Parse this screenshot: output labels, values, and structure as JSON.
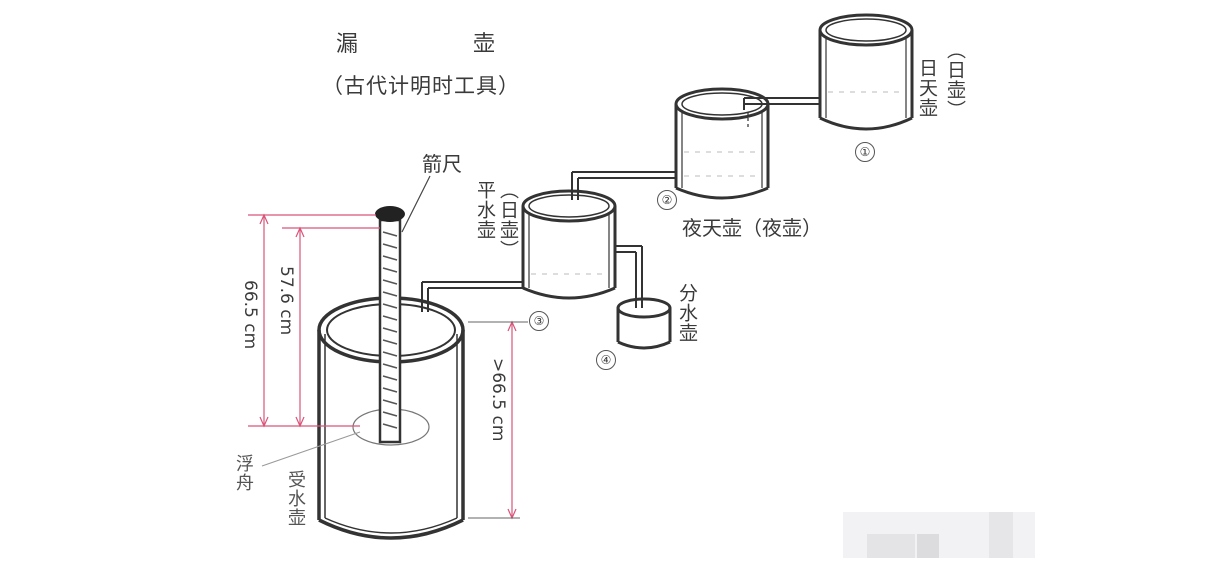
{
  "title": {
    "main_chars": [
      "漏",
      "壶"
    ],
    "subtitle": "（古代计明时工具）"
  },
  "vessels": [
    {
      "id": "1",
      "marker": "①",
      "label": "日天壶",
      "alt_label": "（日壶）"
    },
    {
      "id": "2",
      "marker": "②",
      "label": "夜天壶",
      "alt_label": "（夜壶）",
      "full_label": "夜天壶（夜壶）"
    },
    {
      "id": "3",
      "marker": "③",
      "label": "平水壶",
      "alt_label": "（日壶）"
    },
    {
      "id": "4",
      "marker": "④",
      "label": "分水壶"
    }
  ],
  "parts": {
    "rod": "箭尺",
    "float": "浮舟",
    "receiver": "受水壶"
  },
  "dimensions": {
    "total_height": "66.5 cm",
    "rod_height": "57.6 cm",
    "receiver_height": ">66.5 cm"
  },
  "colors": {
    "line": "#3a3a3a",
    "dimension": "#d9557a"
  }
}
